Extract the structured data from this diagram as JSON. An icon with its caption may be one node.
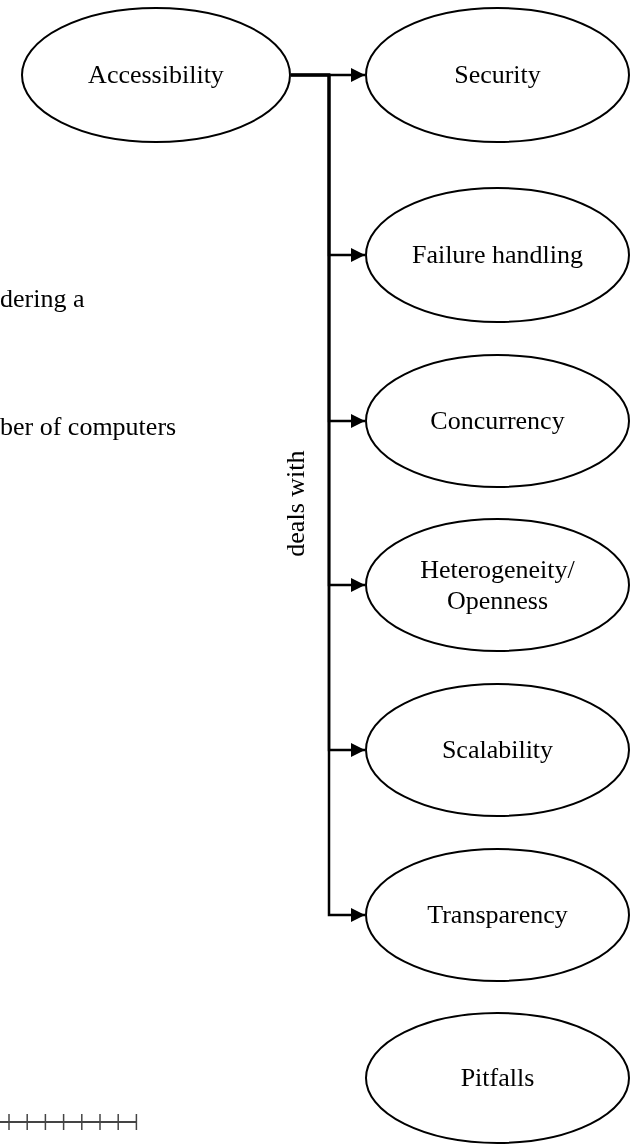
{
  "diagram": {
    "nodes": [
      {
        "text": [
          "Accessibility"
        ]
      },
      {
        "text": [
          "Security"
        ]
      },
      {
        "text": [
          "Failure handling"
        ]
      },
      {
        "text": [
          "Concurrency"
        ]
      },
      {
        "text": [
          "Heterogeneity/ Openness"
        ]
      },
      {
        "text": [
          "Scalability"
        ]
      },
      {
        "text": [
          "Transparency"
        ]
      },
      {
        "text": [
          "Pitfalls"
        ]
      }
    ],
    "edges": [
      {
        "from": 0,
        "to": 1,
        "arrow": "to"
      },
      {
        "from": 0,
        "to": 2,
        "arrow": "to"
      },
      {
        "from": 0,
        "to": 3,
        "arrow": "to"
      },
      {
        "from": 0,
        "to": 4,
        "arrow": "to"
      },
      {
        "from": 0,
        "to": 5,
        "arrow": "to"
      },
      {
        "from": 0,
        "to": 6,
        "arrow": "to"
      }
    ],
    "labels": [
      "dering a",
      "ber of computers",
      "deals with"
    ]
  }
}
